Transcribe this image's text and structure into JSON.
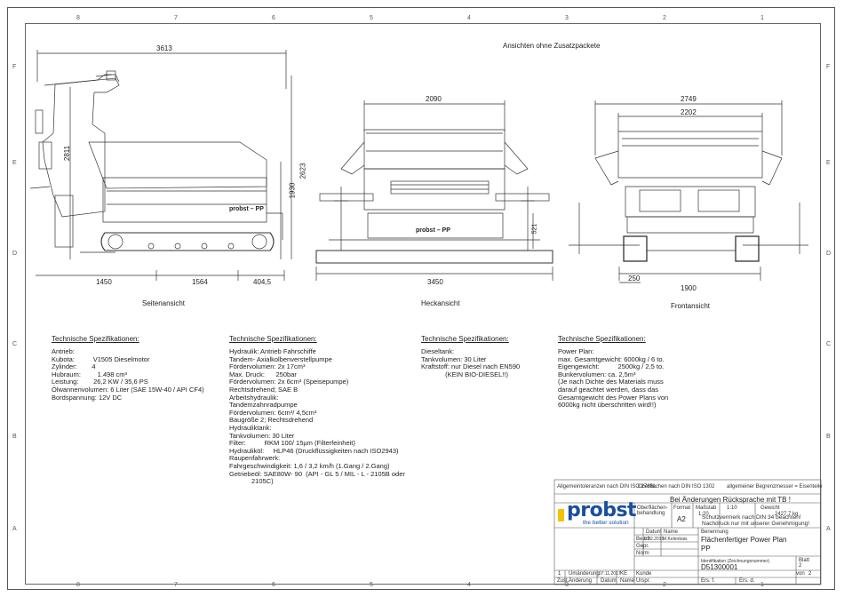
{
  "sheet": {
    "zones_top": [
      "8",
      "7",
      "6",
      "5",
      "4",
      "3",
      "2",
      "1"
    ],
    "zones_bottom": [
      "8",
      "7",
      "6",
      "5",
      "4",
      "3",
      "2",
      "1"
    ],
    "zones_left": [
      "F",
      "E",
      "D",
      "C",
      "B",
      "A"
    ],
    "zones_right": [
      "F",
      "E",
      "D",
      "C",
      "B",
      "A"
    ],
    "header_note": "Ansichten ohne Zusatzpackete"
  },
  "views": {
    "side": {
      "caption": "Seitenansicht",
      "dim_total": "3613",
      "dim_h1": "2811",
      "dim_h2": "2623",
      "dim_h3": "1930",
      "dim_b1": "1450",
      "dim_b2": "1564",
      "dim_b3": "404,5",
      "brand": "probst – PP"
    },
    "rear": {
      "caption": "Heckansicht",
      "dim_top": "2090",
      "dim_bottom": "3450",
      "dim_side": "521",
      "brand": "probst – PP"
    },
    "front": {
      "caption": "Frontansicht",
      "dim_top1": "2749",
      "dim_top2": "2202",
      "dim_b1": "250",
      "dim_b2": "1900"
    }
  },
  "specs": {
    "col1": {
      "title": "Technische Spezifikationen:",
      "lines": [
        "Antrieb:",
        "",
        "Kubota:          V1505 Dieselmotor",
        "Zylinder:        4",
        "Hubraum:         1.498 cm³",
        "Leistung:        26,2 KW / 35,6 PS",
        "Ölwannenvolumen: 6 Liter (SAE 15W-40 / API CF4)",
        "",
        "Bordspannung: 12V DC"
      ]
    },
    "col2": {
      "title": "Technische Spezifikationen:",
      "lines": [
        "Hydraulik: Antrieb Fahrschiffe",
        "",
        "Tandem- Axialkolbenverstellpumpe",
        "Fördervolumen: 2x 17cm³",
        "Max. Druck:      250bar",
        "",
        "Fördervolumen: 2x 6cm³ (Speisepumpe)",
        "Rechtsdrehend; SAE B",
        "",
        "Arbeitshydraulik:",
        "",
        "Tandemzahnradpumpe",
        "Fördervolumen: 6cm³/ 4,5cm³",
        "Baugröße 2; Rechtsdrehend",
        "",
        "Hydrauliktank:",
        "",
        "Tankvolumen: 30 Liter",
        "Filter:          RKM 100/ 15µm (Filterfeinheit)",
        "Hydrauliköl:     HLP46 (Druckflüssigkeiten nach ISO2943)",
        "",
        "Raupenfahrwerk:",
        "",
        "Fahrgeschwindigkeit: 1,6 / 3,2 km/h (1.Gang / 2.Gang)",
        "Getriebeöl: SAE80W- 90  (API - GL 5 / MIL - L - 2105B oder",
        "            2105C)"
      ]
    },
    "col3": {
      "title": "Technische Spezifikationen:",
      "lines": [
        "Dieseltank:",
        "",
        "Tankvolumen: 30 Liter",
        "Kraftstoff: nur Diesel nach EN590",
        "             (KEIN BIO-DIESEL!!)"
      ]
    },
    "col4": {
      "title": "Technische Spezifikationen:",
      "lines": [
        "Power Plan:",
        "",
        "max. Gesamtgewicht: 6000kg / 6 to.",
        "Eigengewicht:          2500kg / 2,5 to.",
        "",
        "Bunkervolumen: ca. 2,5m³",
        "(Je nach Dichte des Materials muss",
        "darauf geachtet werden, dass das",
        "Gesamtgewicht des Power Plans von",
        "6000kg nicht überschritten wird!!)"
      ]
    }
  },
  "titleblock": {
    "tol1": "Allgemeintoleranzen nach DIN ISO 2768c",
    "tol2": "Oberflächen nach DIN ISO 1302",
    "tol3": "allgemeiner Begrenzmesser = Eisenteile",
    "notice1": "Bei Änderungen Rücksprache mit TB !",
    "logo_text": "probst",
    "logo_sub": "the better solution",
    "surface_label": "Oberflächen-behandlung",
    "format_label": "Format",
    "format_value": "A2",
    "scale_label": "Maßstab",
    "scale_value": "1:20",
    "scale2": "1:10",
    "weight_label": "Gewicht",
    "weight_value": "2427,7 kg",
    "protect_note": "Schutzvermerk nach DIN 34 beachten! Nachdruck nur mit unserer Genehmigung!",
    "date_label": "Datum",
    "name_label": "Name",
    "bearb_label": "Bearb.",
    "bearb_date": "9.02.2015",
    "bearb_name": "M.Kelenbais",
    "gepr_label": "Gepr.",
    "norm_label": "Norm",
    "title_label": "Benennung",
    "title_value": "Flächenfertiger Power Plan",
    "title_sub": "PP",
    "drawing_no": "D51300001",
    "sheet_label": "Blatt",
    "sheet_value": "2",
    "sheets_label": "von",
    "sheets_value": "2",
    "rev_text": "Umänderung",
    "rev_date": "07.11.2017",
    "rev_name": "KE",
    "col_zust": "Zust.",
    "col_aend": "Änderung",
    "col_datum": "Datum",
    "col_name": "Name",
    "col_urspr": "Urspr.",
    "col_ers_fuer": "Ers. f.",
    "col_ers_durch": "Ers. d.",
    "rev_zust": "1",
    "ident_label": "Identifikation (Zeichnungsnummer)",
    "kunde_label": "Kunde"
  }
}
